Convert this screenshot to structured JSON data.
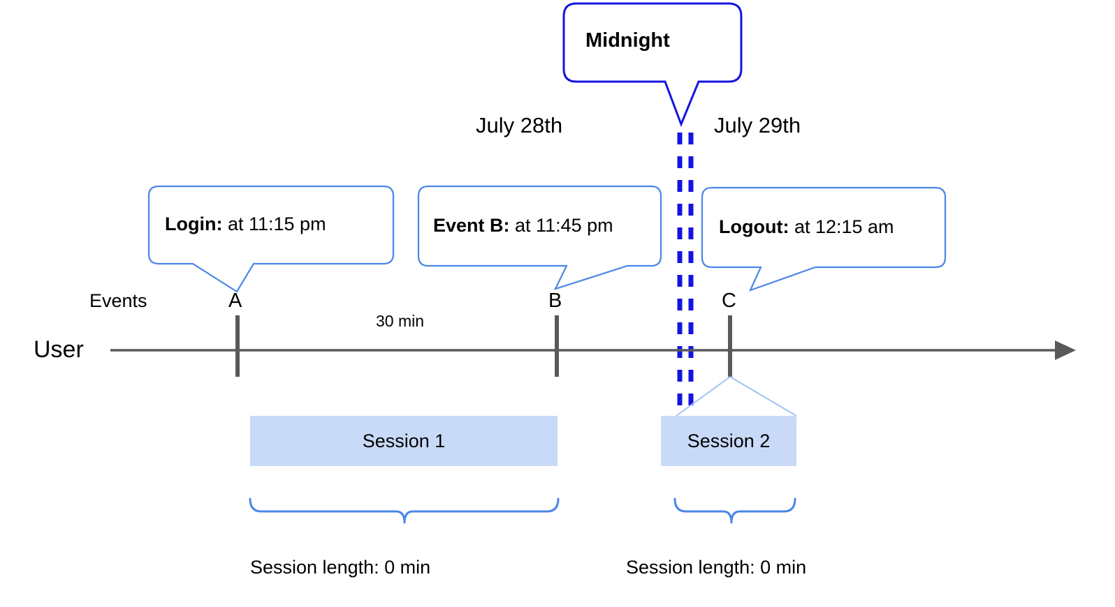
{
  "diagram": {
    "title_callout": {
      "label": "Midnight"
    },
    "axis": {
      "row_label": "User",
      "events_label": "Events",
      "duration_label": "30 min"
    },
    "dates": [
      {
        "label": "July 28th"
      },
      {
        "label": "July 29th"
      }
    ],
    "events": [
      {
        "marker": "A",
        "name": "Login:",
        "detail": " at 11:15 pm"
      },
      {
        "marker": "B",
        "name": "Event B:",
        "detail": " at 11:45 pm"
      },
      {
        "marker": "C",
        "name": "Logout:",
        "detail": " at 12:15 am"
      }
    ],
    "sessions": [
      {
        "bar_label": "Session 1",
        "length_label": "Session length: 0 min"
      },
      {
        "bar_label": "Session 2",
        "length_label": "Session length: 0 min"
      }
    ],
    "colors": {
      "callout_border": "#4a86e8",
      "midnight_border": "#1414e0",
      "midnight_dash": "#1414e0",
      "session_fill": "#c9daf8",
      "axis": "#595959",
      "tick": "#595959",
      "brace": "#4a86e8",
      "leader": "#a4c2f4"
    }
  }
}
